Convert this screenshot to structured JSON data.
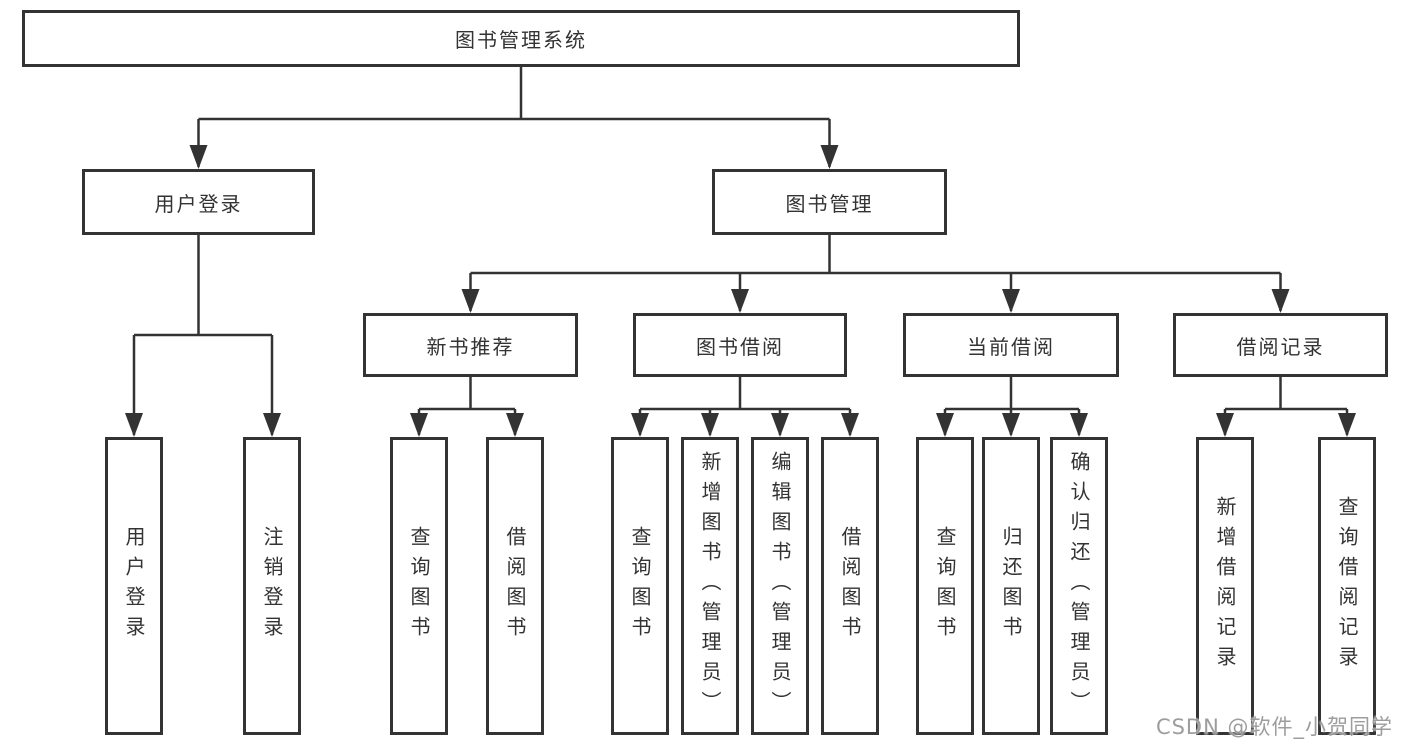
{
  "tree": {
    "root": "图书管理系统",
    "user_branch": {
      "label": "用户登录",
      "children": [
        "用户登录",
        "注销登录"
      ]
    },
    "book_branch": {
      "label": "图书管理",
      "groups": [
        {
          "label": "新书推荐",
          "children": [
            "查询图书",
            "借阅图书"
          ]
        },
        {
          "label": "图书借阅",
          "children": [
            "查询图书",
            "新增图书（管理员）",
            "编辑图书（管理员）",
            "借阅图书"
          ]
        },
        {
          "label": "当前借阅",
          "children": [
            "查询图书",
            "归还图书",
            "确认归还（管理员）"
          ]
        },
        {
          "label": "借阅记录",
          "children": [
            "新增借阅记录",
            "查询借阅记录"
          ]
        }
      ]
    }
  },
  "watermark": {
    "text": "CSDN @软件_小贺同学"
  },
  "colors": {
    "line": "#333333",
    "box_border": "#333333",
    "text": "#333333",
    "background": "#ffffff",
    "watermark": "#8c8c8c"
  }
}
